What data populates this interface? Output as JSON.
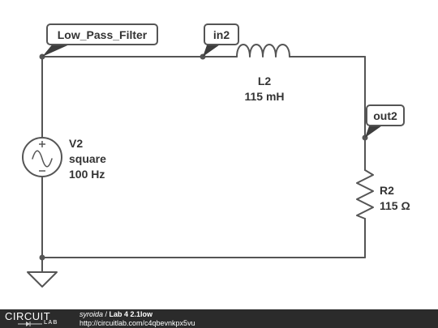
{
  "nets": {
    "net1": "Low_Pass_Filter",
    "net2": "in2",
    "net3": "out2"
  },
  "components": {
    "source": {
      "name": "V2",
      "type": "square",
      "frequency": "100 Hz"
    },
    "inductor": {
      "name": "L2",
      "value": "115 mH"
    },
    "resistor": {
      "name": "R2",
      "value": "115 Ω"
    }
  },
  "footer": {
    "logo_top": "CIRCUIT",
    "logo_bottom": "LAB",
    "author": "syroida",
    "separator": " / ",
    "title": "Lab 4 2.1low",
    "url": "http://circuitlab.com/c4qbevnkpx5vu"
  },
  "colors": {
    "wire": "#555555",
    "footer_bg": "#2b2b2b"
  }
}
